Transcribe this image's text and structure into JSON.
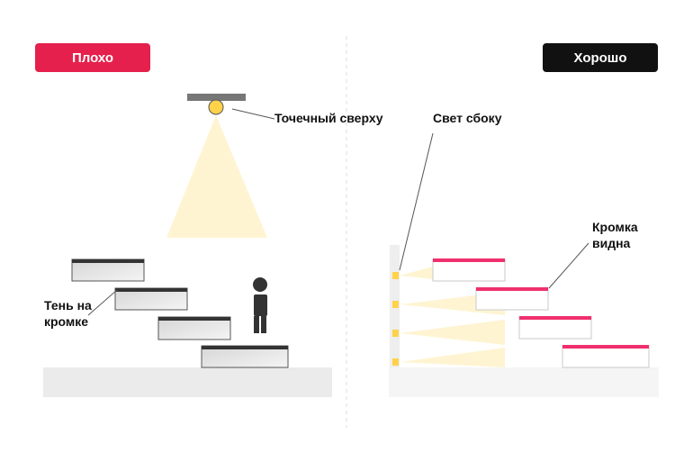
{
  "colors": {
    "bad": "#e5204c",
    "good": "#111111",
    "accent_edge": "#f0306e",
    "light": "#ffd24a",
    "beam": "#fff4d2",
    "floor_left": "#ebebeb",
    "floor_right": "#f5f5f5"
  },
  "icons": [
    "spotlight-icon",
    "person-icon",
    "wall-light-icon"
  ],
  "bad": {
    "badge": "Плохо",
    "label_light": "Точечный сверху",
    "label_shadow_line1": "Тень на",
    "label_shadow_line2": "кромке"
  },
  "good": {
    "badge": "Хорошо",
    "label_light": "Свет сбоку",
    "label_edge_line1": "Кромка",
    "label_edge_line2": "видна"
  }
}
